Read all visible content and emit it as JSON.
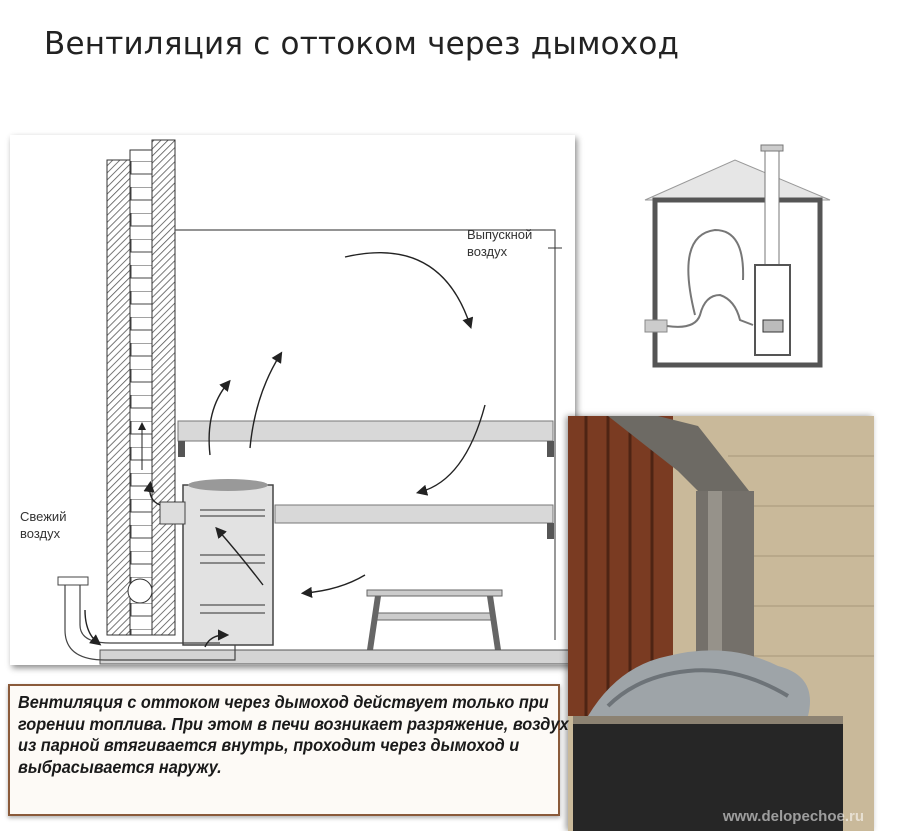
{
  "title": "Вентиляция с оттоком через дымоход",
  "diagram": {
    "exhaust_label_line1": "Выпускной",
    "exhaust_label_line2": "воздух",
    "fresh_label_line1": "Свежий",
    "fresh_label_line2": "воздух"
  },
  "description": "Вентиляция с оттоком через дымоход действует только при горении топлива. При этом в печи возникает разряжение, воздух из парной втягивается внутрь, проходит через дымоход и выбрасывается наружу.",
  "watermark": "www.delopechoe.ru"
}
